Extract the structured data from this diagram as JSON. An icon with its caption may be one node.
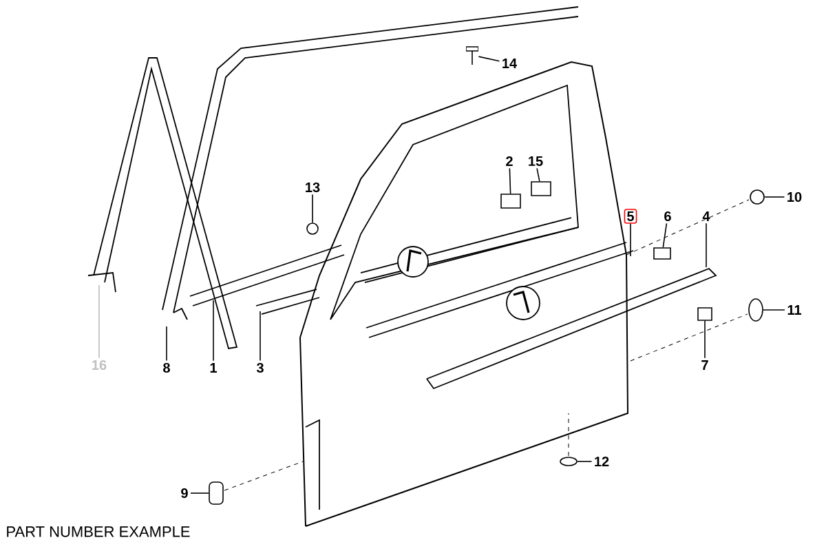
{
  "diagram": {
    "nodes": [
      {
        "text": [
          "16"
        ]
      },
      {
        "text": [
          "8"
        ]
      },
      {
        "text": [
          "1"
        ]
      },
      {
        "text": [
          "3"
        ]
      },
      {
        "text": [
          "13"
        ]
      },
      {
        "text": [
          "14"
        ]
      },
      {
        "text": [
          "2"
        ]
      },
      {
        "text": [
          "15"
        ]
      },
      {
        "text": [
          "5"
        ]
      },
      {
        "text": [
          "6"
        ]
      },
      {
        "text": [
          "4"
        ]
      },
      {
        "text": [
          "10"
        ]
      },
      {
        "text": [
          "11"
        ]
      },
      {
        "text": [
          "7"
        ]
      },
      {
        "text": [
          "12"
        ]
      },
      {
        "text": [
          "9"
        ]
      },
      {
        "text": [],
        "shape": "circle"
      },
      {
        "text": [],
        "shape": "picture"
      },
      {
        "text": [],
        "shape": "box"
      },
      {
        "text": [],
        "shape": "box"
      },
      {
        "text": [],
        "shape": "box"
      },
      {
        "text": [],
        "shape": "circle"
      },
      {
        "text": [],
        "shape": "ellipse"
      },
      {
        "text": [],
        "shape": "box"
      },
      {
        "text": [],
        "shape": "ellipse"
      },
      {
        "text": [],
        "shape": "box"
      }
    ],
    "edges": [
      {
        "from": 0,
        "to": null,
        "arrow": "none",
        "color": "#bbbbbb"
      },
      {
        "from": 1,
        "to": null,
        "arrow": "none"
      },
      {
        "from": 2,
        "to": null,
        "arrow": "none"
      },
      {
        "from": 3,
        "to": null,
        "arrow": "none"
      },
      {
        "from": 4,
        "to": 16,
        "arrow": "none"
      },
      {
        "from": 5,
        "to": 17,
        "arrow": "none"
      },
      {
        "from": 6,
        "to": 18,
        "arrow": "none"
      },
      {
        "from": 7,
        "to": 19,
        "arrow": "none"
      },
      {
        "from": 8,
        "to": null,
        "arrow": "none"
      },
      {
        "from": 9,
        "to": 20,
        "arrow": "none"
      },
      {
        "from": 10,
        "to": null,
        "arrow": "none"
      },
      {
        "from": 11,
        "to": 21,
        "arrow": "none"
      },
      {
        "from": 12,
        "to": 22,
        "arrow": "none"
      },
      {
        "from": 13,
        "to": 23,
        "arrow": "none"
      },
      {
        "from": 14,
        "to": 24,
        "arrow": "none"
      },
      {
        "from": 15,
        "to": 25,
        "arrow": "none"
      }
    ],
    "labels": [
      "PART NUMBER EXAMPLE"
    ]
  }
}
